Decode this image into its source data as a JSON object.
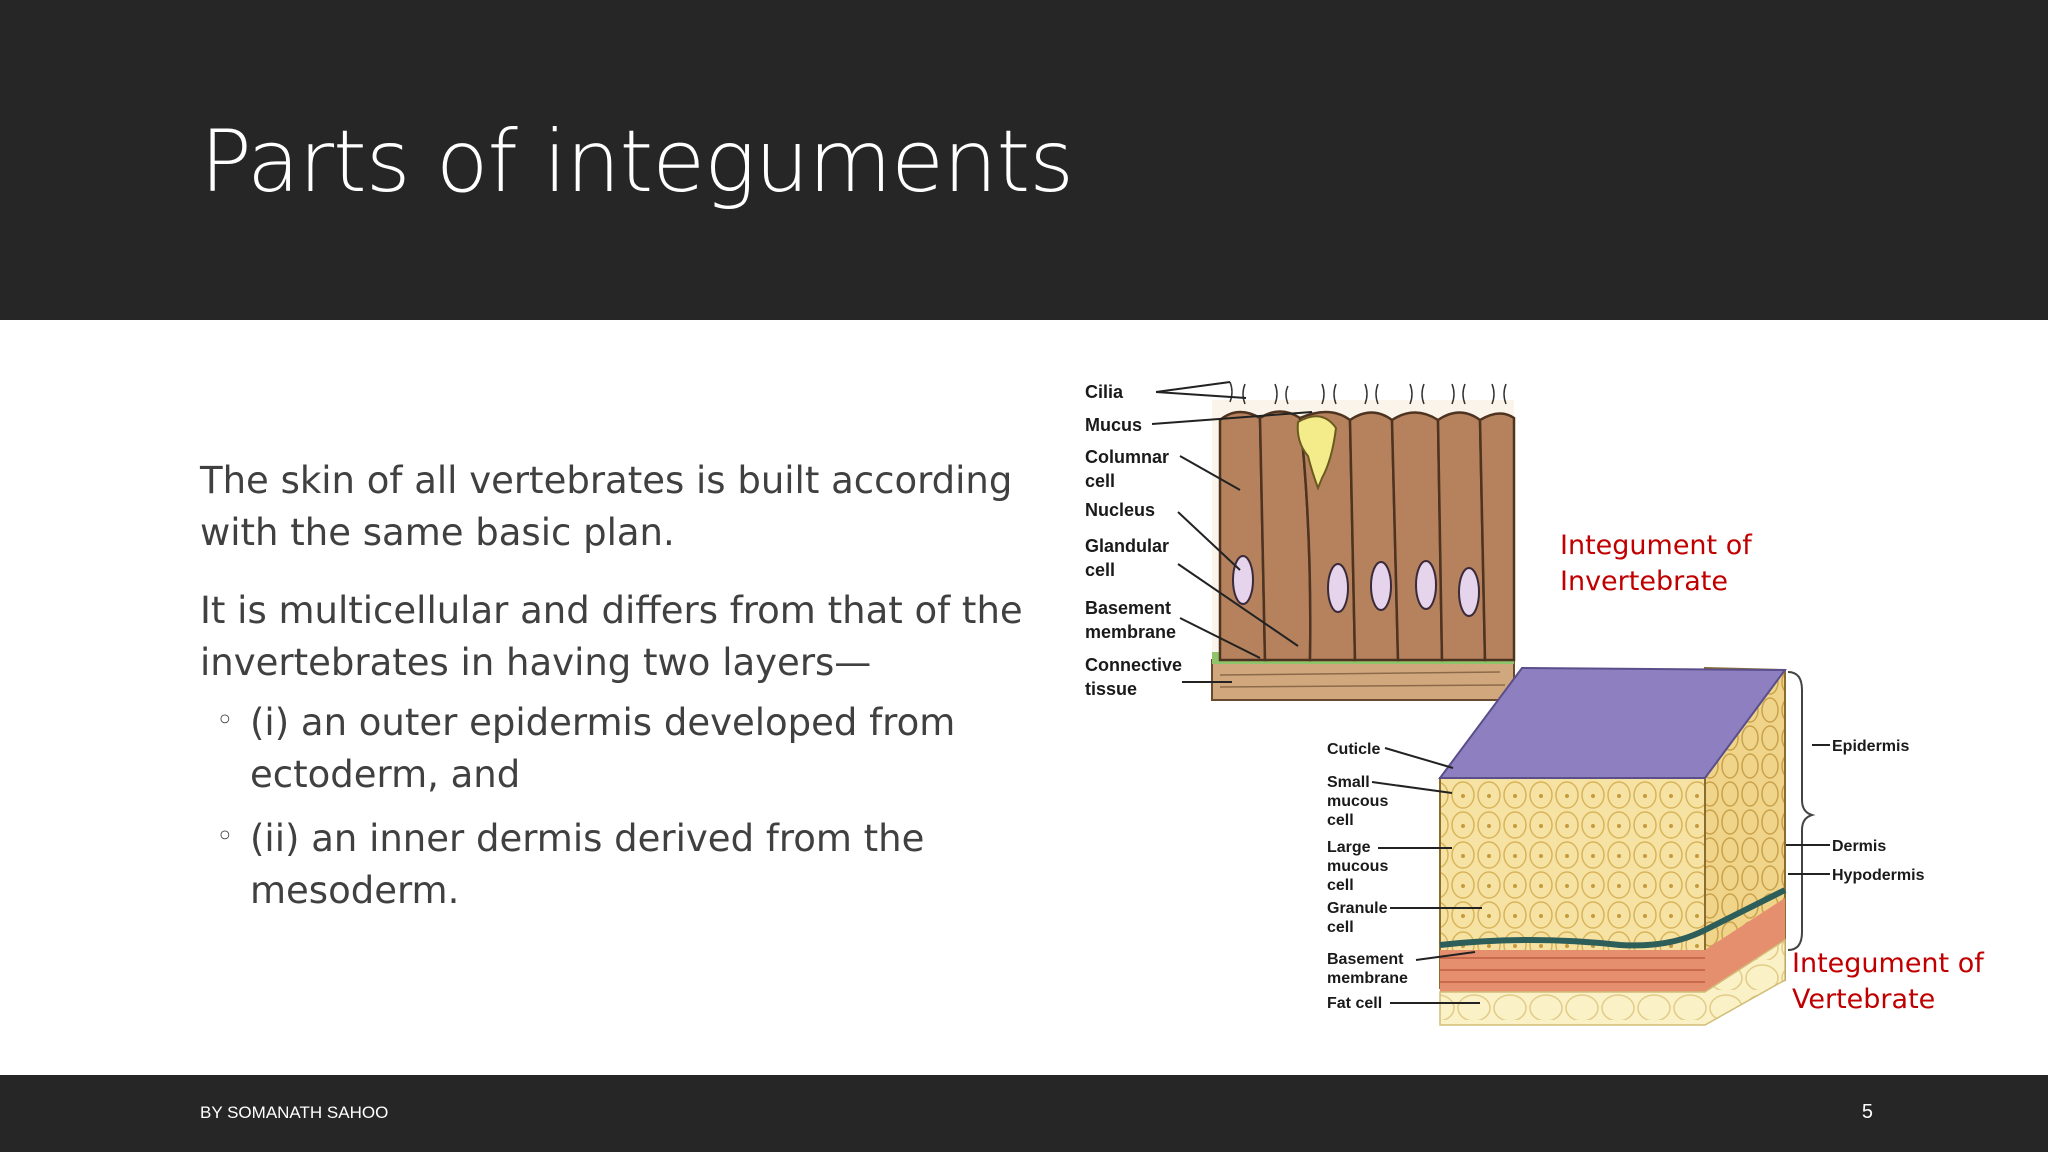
{
  "slide": {
    "title": "Parts of integuments",
    "paragraphs": [
      "The skin of all vertebrates is built according with the same basic plan.",
      "It is multicellular and differs from that of the invertebrates in having two layers—"
    ],
    "bullets": [
      "(i) an outer epidermis developed from ectoderm, and",
      "(ii) an inner dermis derived from the mesoderm."
    ],
    "bullet_icon": "hollow-circle-bullet",
    "footer_author": "BY SOMANATH SAHOO",
    "page_number": "5"
  },
  "figure_invertebrate": {
    "labels": [
      "Cilia",
      "Mucus",
      "Columnar",
      "cell",
      "Nucleus",
      "Glandular",
      "cell",
      "Basement",
      "membrane",
      "Connective",
      "tissue"
    ],
    "caption_line1": "Integument of",
    "caption_line2": "Invertebrate"
  },
  "figure_vertebrate": {
    "left_labels": [
      "Cuticle",
      "Small",
      "mucous",
      "cell",
      "Large",
      "mucous",
      "cell",
      "Granule",
      "cell",
      "Basement",
      "membrane",
      "Fat cell"
    ],
    "right_labels": [
      "Epidermis",
      "Dermis",
      "Hypodermis"
    ],
    "caption_line1": "Integument of",
    "caption_line2": "Vertebrate"
  },
  "colors": {
    "header_bg": "#262626",
    "caption_red": "#c00000",
    "cell_brown": "#b5825d",
    "cuticle_purple": "#8d7fc0",
    "epidermis_yellow": "#f3dd97"
  }
}
